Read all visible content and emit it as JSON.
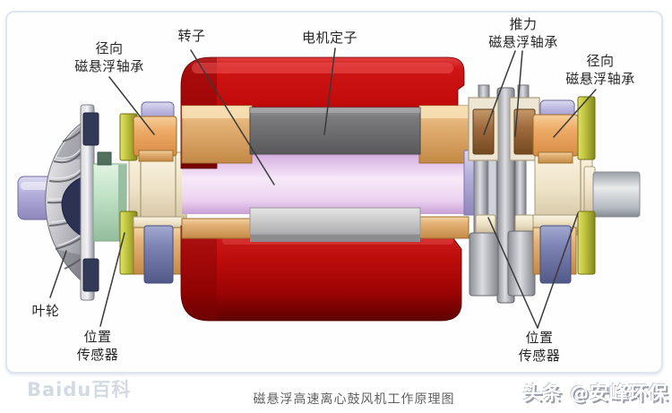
{
  "figure": {
    "caption": "磁悬浮高速离心鼓风机工作原理图",
    "watermark_bottom_left": "Baidu百科",
    "watermark_bottom_right": "头条 @安峰环保"
  },
  "labels": {
    "radial_bearing_left": {
      "line1": "径向",
      "line2": "磁悬浮轴承"
    },
    "rotor": {
      "text": "转子"
    },
    "motor_stator": {
      "text": "电机定子"
    },
    "thrust_bearing": {
      "line1": "推力",
      "line2": "磁悬浮轴承"
    },
    "radial_bearing_right": {
      "line1": "径向",
      "line2": "磁悬浮轴承"
    },
    "impeller": {
      "text": "叶轮"
    },
    "position_sensor_left": {
      "line1": "位置",
      "line2": "传感器"
    },
    "position_sensor_right": {
      "line1": "位置",
      "line2": "传感器"
    }
  },
  "palette": {
    "casing_red": "#c00a0a",
    "rotor_pink": "#f0dcf2",
    "stator_dark_gray": "#6e6e6e",
    "stator_light_gray": "#cfcfcf",
    "coil_end_tan": "#dfa96c",
    "bearing_orange": "#e8a25f",
    "bearing_cap_lavender": "#a9a3d2",
    "sensor_disc_yellow": "#bfc23a",
    "shaft_sleeve_cream": "#efe7cf",
    "sensor_block_slate": "#7b83b2",
    "coil_brown": "#9a6a40",
    "spacer_green": "#bfe0c2",
    "impeller_silver": "#c6c6cb",
    "panel_border": "#dfe6ef"
  }
}
